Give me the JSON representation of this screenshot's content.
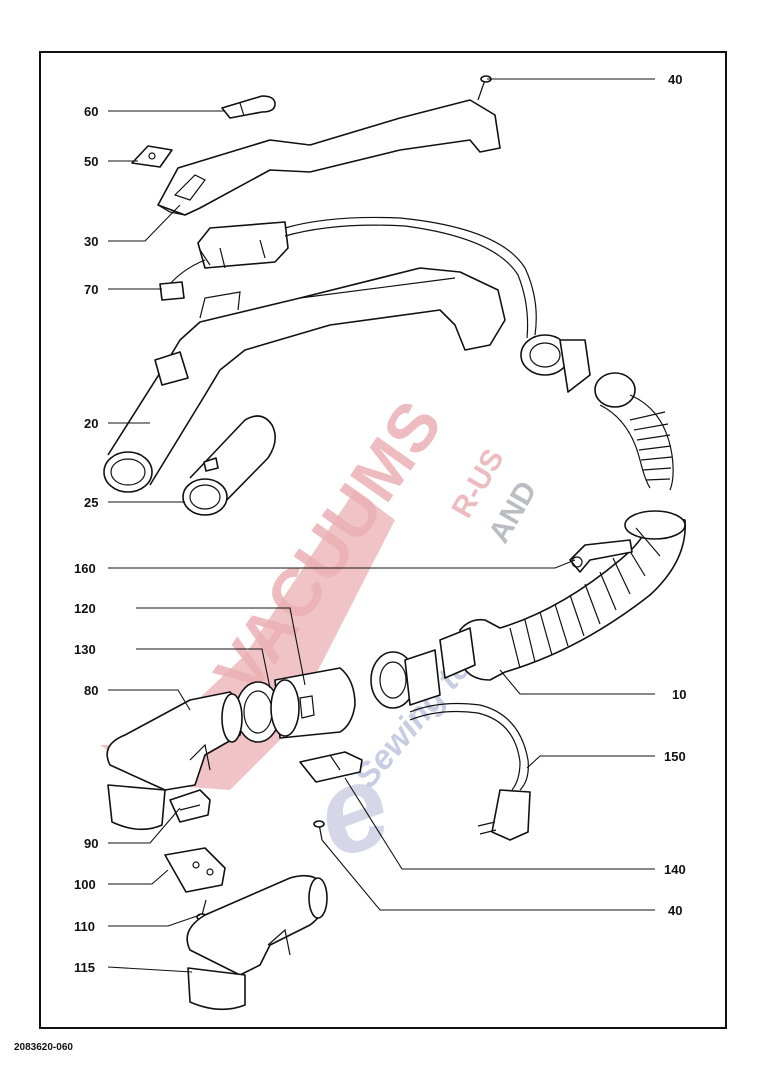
{
  "drawing_code": "2083620-060",
  "watermark": {
    "text_main": "VACUUMS",
    "text_small_1": "R-US",
    "text_small_2": "AND",
    "text_script_1": "Sewing too",
    "text_script_2": "e",
    "color_main": "#e8a3a8",
    "color_secondary": "#b9bedc"
  },
  "callouts": {
    "c40_top": "40",
    "c60": "60",
    "c50": "50",
    "c30": "30",
    "c70": "70",
    "c20": "20",
    "c25": "25",
    "c160": "160",
    "c120": "120",
    "c130": "130",
    "c80": "80",
    "c10": "10",
    "c150": "150",
    "c90": "90",
    "c140": "140",
    "c100": "100",
    "c40_bottom": "40",
    "c110": "110",
    "c115": "115"
  }
}
